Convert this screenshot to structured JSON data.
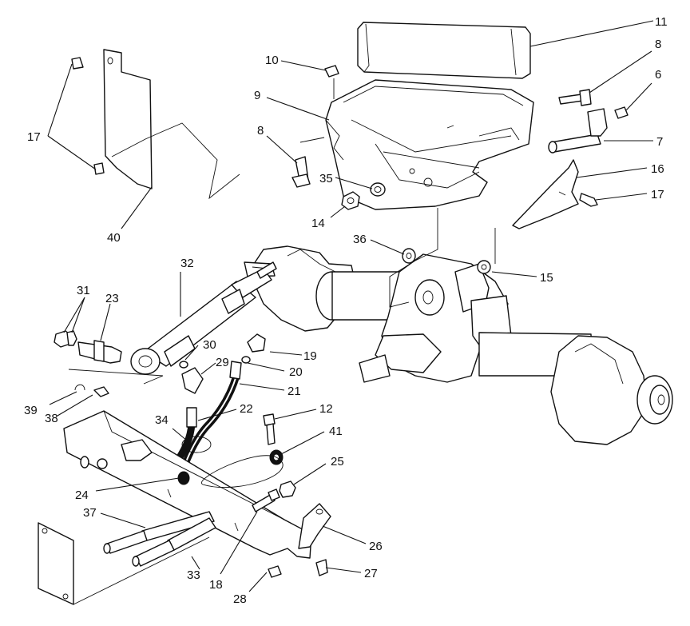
{
  "callouts": [
    {
      "id": "c1",
      "text": "11"
    },
    {
      "id": "c2",
      "text": "8"
    },
    {
      "id": "c3",
      "text": "6"
    },
    {
      "id": "c4",
      "text": "7"
    },
    {
      "id": "c5",
      "text": "16"
    },
    {
      "id": "c6",
      "text": "17"
    },
    {
      "id": "c7",
      "text": "10"
    },
    {
      "id": "c8",
      "text": "9"
    },
    {
      "id": "c9",
      "text": "8"
    },
    {
      "id": "c10",
      "text": "35"
    },
    {
      "id": "c11",
      "text": "14"
    },
    {
      "id": "c12",
      "text": "17"
    },
    {
      "id": "c13",
      "text": "40"
    },
    {
      "id": "c14",
      "text": "36"
    },
    {
      "id": "c15",
      "text": "15"
    },
    {
      "id": "c16",
      "text": "32"
    },
    {
      "id": "c17",
      "text": "31"
    },
    {
      "id": "c18",
      "text": "23"
    },
    {
      "id": "c19",
      "text": "30"
    },
    {
      "id": "c20",
      "text": "19"
    },
    {
      "id": "c21",
      "text": "29"
    },
    {
      "id": "c22",
      "text": "20"
    },
    {
      "id": "c23",
      "text": "21"
    },
    {
      "id": "c24",
      "text": "39"
    },
    {
      "id": "c25",
      "text": "38"
    },
    {
      "id": "c26",
      "text": "22"
    },
    {
      "id": "c27",
      "text": "12"
    },
    {
      "id": "c28",
      "text": "34"
    },
    {
      "id": "c29",
      "text": "41"
    },
    {
      "id": "c30",
      "text": "25"
    },
    {
      "id": "c31",
      "text": "24"
    },
    {
      "id": "c32",
      "text": "37"
    },
    {
      "id": "c33",
      "text": "26"
    },
    {
      "id": "c34",
      "text": "27"
    },
    {
      "id": "c35",
      "text": "33"
    },
    {
      "id": "c36",
      "text": "18"
    },
    {
      "id": "c37",
      "text": "28"
    }
  ]
}
